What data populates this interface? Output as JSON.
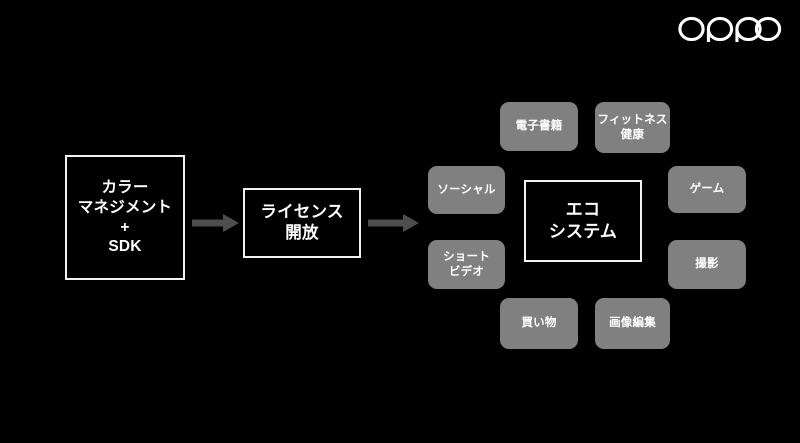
{
  "slide": {
    "background_color": "#000000",
    "brand": {
      "name": "oppo",
      "logo_icon": "oppo-wordmark-logo",
      "color": "#ffffff"
    }
  },
  "diagram": {
    "type": "flow-with-radial-ecosystem",
    "colors": {
      "background": "#000000",
      "node_border": "#f2f2f2",
      "node_text": "#ffffff",
      "chip_fill": "#808080",
      "chip_text": "#ffffff",
      "arrow": "#4d4d4d"
    },
    "flow_nodes": [
      {
        "id": "color-management",
        "label": "カラー\nマネジメント\n+\nSDK",
        "lines": [
          "カラー",
          "マネジメント",
          "+",
          "SDK"
        ],
        "style": "outlined"
      },
      {
        "id": "license",
        "label": "ライセンス\n開放",
        "lines": [
          "ライセンス",
          "開放"
        ],
        "style": "outlined"
      },
      {
        "id": "ecosystem",
        "label": "エコ\nシステム",
        "lines": [
          "エコ",
          "システム"
        ],
        "style": "outlined"
      }
    ],
    "arrows": [
      {
        "id": "arrow-1",
        "from": "color-management",
        "to": "license",
        "direction": "right",
        "icon": "arrow-right-icon"
      },
      {
        "id": "arrow-2",
        "from": "license",
        "to": "ecosystem",
        "direction": "right",
        "icon": "arrow-right-icon"
      }
    ],
    "ecosystem_items": [
      {
        "id": "ebook",
        "label": "電子書籍",
        "position": "top-left"
      },
      {
        "id": "fitness",
        "label": "フィットネス\n健康",
        "position": "top-right"
      },
      {
        "id": "social",
        "label": "ソーシャル",
        "position": "left-upper"
      },
      {
        "id": "game",
        "label": "ゲーム",
        "position": "right-upper"
      },
      {
        "id": "short-video",
        "label": "ショート\nビデオ",
        "position": "left-lower"
      },
      {
        "id": "camera",
        "label": "撮影",
        "position": "right-lower"
      },
      {
        "id": "shopping",
        "label": "買い物",
        "position": "bottom-left"
      },
      {
        "id": "image-edit",
        "label": "画像編集",
        "position": "bottom-right"
      }
    ]
  }
}
